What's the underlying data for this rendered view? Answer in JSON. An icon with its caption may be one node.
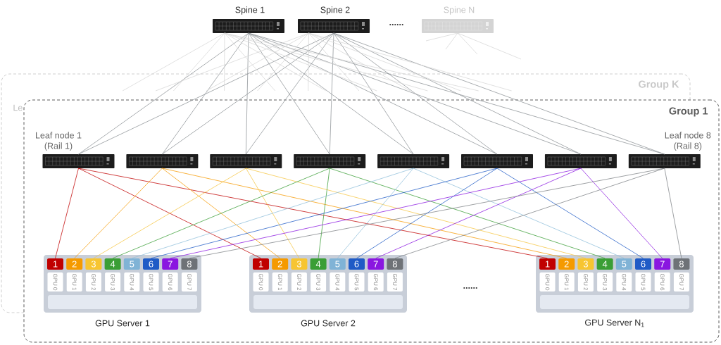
{
  "diagram": {
    "nodes": [
      {
        "text": [
          "Spine 1"
        ]
      },
      {
        "text": [
          "Spine 2"
        ]
      },
      {
        "text": [
          "Spine N"
        ]
      },
      {
        "text": [
          "Group K"
        ]
      },
      {
        "text": [
          "Group 1"
        ]
      },
      {
        "text": [
          "Leaf node 1 (Rail 1)"
        ],
        "in": 4
      },
      {
        "text": [],
        "shape": "picture",
        "in": 4
      },
      {
        "text": [],
        "shape": "picture",
        "in": 4
      },
      {
        "text": [],
        "shape": "picture",
        "in": 4
      },
      {
        "text": [],
        "shape": "picture",
        "in": 4
      },
      {
        "text": [],
        "shape": "picture",
        "in": 4
      },
      {
        "text": [],
        "shape": "picture",
        "in": 4
      },
      {
        "text": [
          "Leaf node 8 (Rail 8)"
        ],
        "in": 4
      },
      {
        "text": [
          "GPU Server 1"
        ],
        "in": 4
      },
      {
        "text": [
          "1"
        ],
        "in": 13
      },
      {
        "text": [
          "2"
        ],
        "in": 13
      },
      {
        "text": [
          "3"
        ],
        "in": 13
      },
      {
        "text": [
          "4"
        ],
        "in": 13
      },
      {
        "text": [
          "5"
        ],
        "in": 13
      },
      {
        "text": [
          "6"
        ],
        "in": 13
      },
      {
        "text": [
          "7"
        ],
        "in": 13
      },
      {
        "text": [
          "8"
        ],
        "in": 13
      },
      {
        "text": [
          "GPU 0"
        ],
        "in": 13
      },
      {
        "text": [
          "GPU 1"
        ],
        "in": 13
      },
      {
        "text": [
          "GPU 2"
        ],
        "in": 13
      },
      {
        "text": [
          "GPU 3"
        ],
        "in": 13
      },
      {
        "text": [
          "GPU 4"
        ],
        "in": 13
      },
      {
        "text": [
          "GPU 5"
        ],
        "in": 13
      },
      {
        "text": [
          "GPU 6"
        ],
        "in": 13
      },
      {
        "text": [
          "GPU 7"
        ],
        "in": 13
      },
      {
        "text": [],
        "shape": "box",
        "in": 13
      },
      {
        "text": [
          "GPU Server 2"
        ],
        "in": 4
      },
      {
        "text": [
          "1"
        ],
        "in": 31
      },
      {
        "text": [
          "2"
        ],
        "in": 31
      },
      {
        "text": [
          "3"
        ],
        "in": 31
      },
      {
        "text": [
          "4"
        ],
        "in": 31
      },
      {
        "text": [
          "5"
        ],
        "in": 31
      },
      {
        "text": [
          "6"
        ],
        "in": 31
      },
      {
        "text": [
          "7"
        ],
        "in": 31
      },
      {
        "text": [
          "8"
        ],
        "in": 31
      },
      {
        "text": [
          "GPU 0"
        ],
        "in": 31
      },
      {
        "text": [
          "GPU 1"
        ],
        "in": 31
      },
      {
        "text": [
          "GPU 2"
        ],
        "in": 31
      },
      {
        "text": [
          "GPU 3"
        ],
        "in": 31
      },
      {
        "text": [
          "GPU 4"
        ],
        "in": 31
      },
      {
        "text": [
          "GPU 5"
        ],
        "in": 31
      },
      {
        "text": [
          "GPU 6"
        ],
        "in": 31
      },
      {
        "text": [
          "GPU 7"
        ],
        "in": 31
      },
      {
        "text": [],
        "shape": "box",
        "in": 31
      },
      {
        "text": [
          "GPU Server N$_{1}$"
        ],
        "in": 4
      },
      {
        "text": [
          "1"
        ],
        "in": 49
      },
      {
        "text": [
          "2"
        ],
        "in": 49
      },
      {
        "text": [
          "3"
        ],
        "in": 49
      },
      {
        "text": [
          "4"
        ],
        "in": 49
      },
      {
        "text": [
          "5"
        ],
        "in": 49
      },
      {
        "text": [
          "6"
        ],
        "in": 49
      },
      {
        "text": [
          "7"
        ],
        "in": 49
      },
      {
        "text": [
          "8"
        ],
        "in": 49
      },
      {
        "text": [
          "GPU 0"
        ],
        "in": 49
      },
      {
        "text": [
          "GPU 1"
        ],
        "in": 49
      },
      {
        "text": [
          "GPU 2"
        ],
        "in": 49
      },
      {
        "text": [
          "GPU 3"
        ],
        "in": 49
      },
      {
        "text": [
          "GPU 4"
        ],
        "in": 49
      },
      {
        "text": [
          "GPU 5"
        ],
        "in": 49
      },
      {
        "text": [
          "GPU 6"
        ],
        "in": 49
      },
      {
        "text": [
          "GPU 7"
        ],
        "in": 49
      },
      {
        "text": [],
        "shape": "box",
        "in": 49
      }
    ],
    "edges": [
      {
        "from": 0,
        "to": 5,
        "arrow": "none"
      },
      {
        "from": 0,
        "to": 6,
        "arrow": "none"
      },
      {
        "from": 0,
        "to": 7,
        "arrow": "none"
      },
      {
        "from": 0,
        "to": 8,
        "arrow": "none"
      },
      {
        "from": 0,
        "to": 9,
        "arrow": "none"
      },
      {
        "from": 0,
        "to": 10,
        "arrow": "none"
      },
      {
        "from": 0,
        "to": 11,
        "arrow": "none"
      },
      {
        "from": 0,
        "to": 12,
        "arrow": "none"
      },
      {
        "from": 1,
        "to": 5,
        "arrow": "none"
      },
      {
        "from": 1,
        "to": 6,
        "arrow": "none"
      },
      {
        "from": 1,
        "to": 7,
        "arrow": "none"
      },
      {
        "from": 1,
        "to": 8,
        "arrow": "none"
      },
      {
        "from": 1,
        "to": 9,
        "arrow": "none"
      },
      {
        "from": 1,
        "to": 10,
        "arrow": "none"
      },
      {
        "from": 1,
        "to": 11,
        "arrow": "none"
      },
      {
        "from": 1,
        "to": 12,
        "arrow": "none"
      },
      {
        "from": 0,
        "to": null,
        "arrow": "none",
        "color": "#d5d5d5"
      },
      {
        "from": 0,
        "to": null,
        "arrow": "none",
        "color": "#d5d5d5"
      },
      {
        "from": 0,
        "to": null,
        "arrow": "none",
        "color": "#d5d5d5"
      },
      {
        "from": 0,
        "to": null,
        "arrow": "none",
        "color": "#d5d5d5"
      },
      {
        "from": 0,
        "to": null,
        "arrow": "none",
        "color": "#d5d5d5"
      },
      {
        "from": 0,
        "to": null,
        "arrow": "none",
        "color": "#d5d5d5"
      },
      {
        "from": 0,
        "to": null,
        "arrow": "none",
        "color": "#d5d5d5"
      },
      {
        "from": 0,
        "to": null,
        "arrow": "none",
        "color": "#d5d5d5"
      },
      {
        "from": 1,
        "to": null,
        "arrow": "none",
        "color": "#d5d5d5"
      },
      {
        "from": 1,
        "to": null,
        "arrow": "none",
        "color": "#d5d5d5"
      },
      {
        "from": 1,
        "to": null,
        "arrow": "none",
        "color": "#d5d5d5"
      },
      {
        "from": 1,
        "to": null,
        "arrow": "none",
        "color": "#d5d5d5"
      },
      {
        "from": 1,
        "to": null,
        "arrow": "none",
        "color": "#d5d5d5"
      },
      {
        "from": 1,
        "to": null,
        "arrow": "none",
        "color": "#d5d5d5"
      },
      {
        "from": 1,
        "to": null,
        "arrow": "none",
        "color": "#d5d5d5"
      },
      {
        "from": 1,
        "to": null,
        "arrow": "none",
        "color": "#d5d5d5"
      },
      {
        "from": 2,
        "to": null,
        "arrow": "none",
        "color": "#d5d5d5"
      },
      {
        "from": 2,
        "to": null,
        "arrow": "none",
        "color": "#d5d5d5"
      },
      {
        "from": 2,
        "to": null,
        "arrow": "none",
        "color": "#d5d5d5"
      },
      {
        "from": 2,
        "to": null,
        "arrow": "none",
        "color": "#d5d5d5"
      },
      {
        "from": 5,
        "to": 14,
        "arrow": "none",
        "color": "#c00000"
      },
      {
        "from": 5,
        "to": 32,
        "arrow": "none",
        "color": "#c00000"
      },
      {
        "from": 5,
        "to": 50,
        "arrow": "none",
        "color": "#c00000"
      },
      {
        "from": 6,
        "to": 15,
        "arrow": "none",
        "color": "#f59a00"
      },
      {
        "from": 6,
        "to": 33,
        "arrow": "none",
        "color": "#f59a00"
      },
      {
        "from": 6,
        "to": 51,
        "arrow": "none",
        "color": "#f59a00"
      },
      {
        "from": 7,
        "to": 16,
        "arrow": "none",
        "color": "#f5c542"
      },
      {
        "from": 7,
        "to": 34,
        "arrow": "none",
        "color": "#f5c542"
      },
      {
        "from": 7,
        "to": 52,
        "arrow": "none",
        "color": "#f5c542"
      },
      {
        "from": 8,
        "to": 17,
        "arrow": "none",
        "color": "#3a9e35"
      },
      {
        "from": 8,
        "to": 35,
        "arrow": "none",
        "color": "#3a9e35"
      },
      {
        "from": 8,
        "to": 53,
        "arrow": "none",
        "color": "#3a9e35"
      },
      {
        "from": 9,
        "to": 18,
        "arrow": "none",
        "color": "#8fbfdb"
      },
      {
        "from": 9,
        "to": 36,
        "arrow": "none",
        "color": "#8fbfdb"
      },
      {
        "from": 9,
        "to": 54,
        "arrow": "none",
        "color": "#8fbfdb"
      },
      {
        "from": 10,
        "to": 19,
        "arrow": "none",
        "color": "#1f5bc6"
      },
      {
        "from": 10,
        "to": 37,
        "arrow": "none",
        "color": "#1f5bc6"
      },
      {
        "from": 10,
        "to": 55,
        "arrow": "none",
        "color": "#1f5bc6"
      },
      {
        "from": 11,
        "to": 20,
        "arrow": "none",
        "color": "#8a16e0"
      },
      {
        "from": 11,
        "to": 38,
        "arrow": "none",
        "color": "#8a16e0"
      },
      {
        "from": 11,
        "to": 56,
        "arrow": "none",
        "color": "#8a16e0"
      },
      {
        "from": 12,
        "to": 21,
        "arrow": "none",
        "color": "#7d8186"
      },
      {
        "from": 12,
        "to": 39,
        "arrow": "none",
        "color": "#7d8186"
      },
      {
        "from": 12,
        "to": 57,
        "arrow": "none",
        "color": "#7d8186"
      }
    ],
    "labels": [
      "......",
      "Le",
      "......"
    ]
  }
}
